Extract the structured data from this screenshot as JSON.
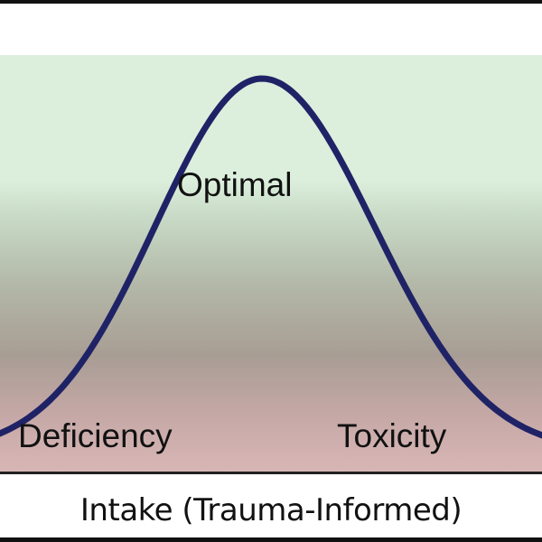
{
  "diagram": {
    "type": "bell-curve",
    "curve_color": "#1f2366",
    "zones": {
      "optimal": "Optimal",
      "deficiency": "Deficiency",
      "toxicity": "Toxicity"
    },
    "zone_colors": {
      "top": "#dcefdc",
      "middle": "#a89d94",
      "bottom": "#d9b6b6"
    },
    "x_label": "Intake (Trauma-Informed)"
  }
}
